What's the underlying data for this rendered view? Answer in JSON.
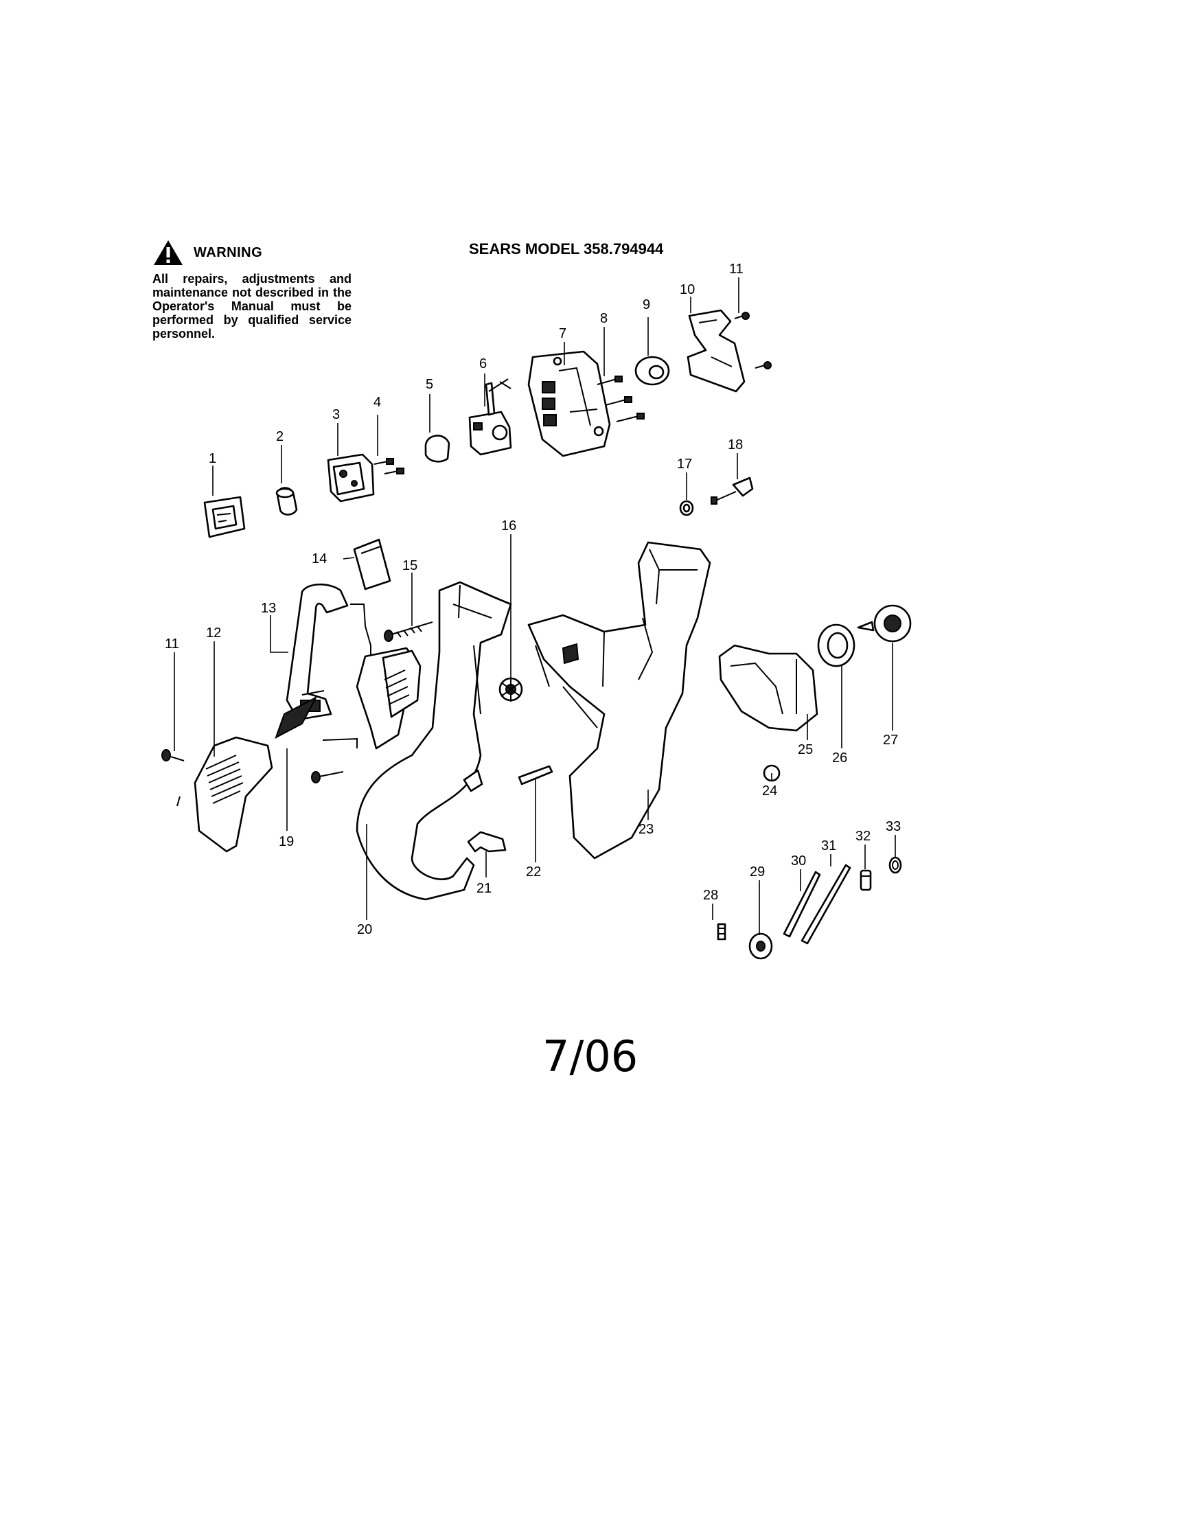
{
  "warning": {
    "icon": "warning-triangle-icon",
    "title": "WARNING",
    "text": "All repairs, adjustments and maintenance not described in the Operator's Manual must be performed by qualified service personnel."
  },
  "model_title": "SEARS MODEL 358.794944",
  "footer_date": "7/06",
  "callouts": {
    "c1": "1",
    "c2": "2",
    "c3": "3",
    "c4": "4",
    "c5": "5",
    "c6": "6",
    "c7": "7",
    "c8": "8",
    "c9": "9",
    "c10": "10",
    "c11a": "11",
    "c11b": "11",
    "c12": "12",
    "c13": "13",
    "c14": "14",
    "c15": "15",
    "c16": "16",
    "c17": "17",
    "c18": "18",
    "c19": "19",
    "c20": "20",
    "c21": "21",
    "c22": "22",
    "c23": "23",
    "c24": "24",
    "c25": "25",
    "c26": "26",
    "c27": "27",
    "c28": "28",
    "c29": "29",
    "c30": "30",
    "c31": "31",
    "c32": "32",
    "c33": "33"
  }
}
